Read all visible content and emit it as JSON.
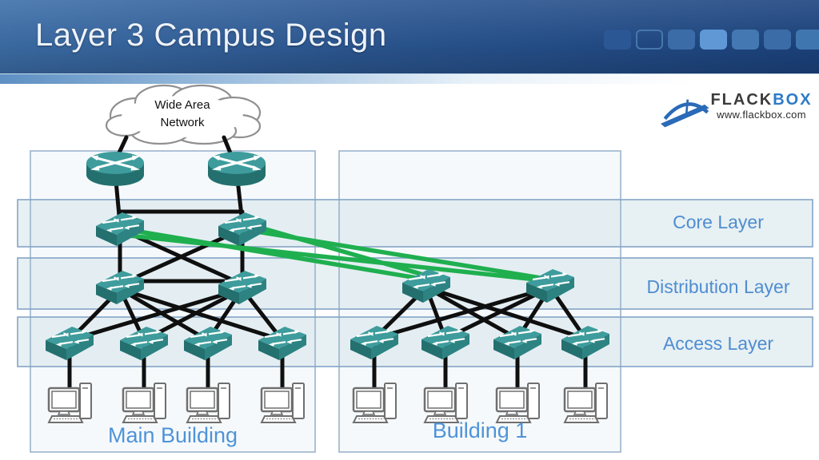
{
  "slide": {
    "title": "Layer 3 Campus Design"
  },
  "logo": {
    "brand_primary": "FLACK",
    "brand_secondary": "BOX",
    "website": "www.flackbox.com"
  },
  "diagram": {
    "wan_cloud": {
      "label_line1": "Wide Area",
      "label_line2": "Network"
    },
    "layer_labels": {
      "core": "Core Layer",
      "distribution": "Distribution Layer",
      "access": "Access Layer"
    },
    "building_labels": {
      "main": "Main Building",
      "building1": "Building 1"
    },
    "devices": {
      "wan_routers": 2,
      "core_switches": 2,
      "distribution_switches_main_building": 2,
      "distribution_switches_building1": 2,
      "access_switches_main_building": 4,
      "access_switches_building1": 4,
      "pcs_main_building": 4,
      "pcs_building1": 4
    },
    "colors": {
      "device_teal": "#3E9C9C",
      "link_black": "#0F0F0F",
      "redundant_link_green": "#1FAF4F",
      "label_blue": "#4F8DD0",
      "band_border": "#84A4C6"
    }
  }
}
